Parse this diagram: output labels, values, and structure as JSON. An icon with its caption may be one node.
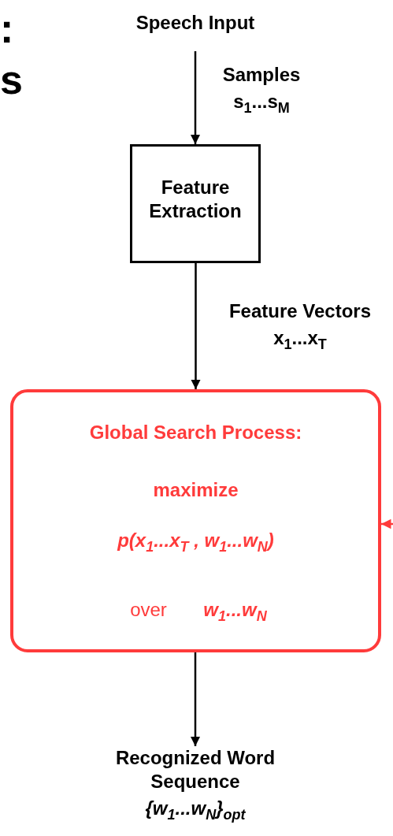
{
  "diagram": {
    "nodes": [
      {
        "text": [
          "Speech Input"
        ]
      },
      {
        "text": [
          "Feature Extraction"
        ]
      },
      {
        "text": [
          "Global Search Process:",
          "maximize",
          "p(x$_{1}$...x$_{T}$ , w$_{1}$...w$_{N}$)",
          "over",
          "w$_{1}$...w$_{N}$"
        ]
      },
      {
        "text": [
          "Recognized Word Sequence",
          "{w$_{1}$...w$_{N}$}$_{opt}$"
        ]
      }
    ],
    "edges": [
      {
        "from": 0,
        "to": 1,
        "arrow": "to",
        "label": "Samples s$_{1}$...s$_{M}$"
      },
      {
        "from": 1,
        "to": 2,
        "arrow": "to",
        "label": "Feature Vectors x$_{1}$...x$_{T}$"
      },
      {
        "from": 2,
        "to": 3,
        "arrow": "to"
      },
      {
        "from": null,
        "to": 2,
        "arrow": "to",
        "color": "#ff3b3b"
      }
    ],
    "labels": [
      ":",
      "s"
    ]
  }
}
